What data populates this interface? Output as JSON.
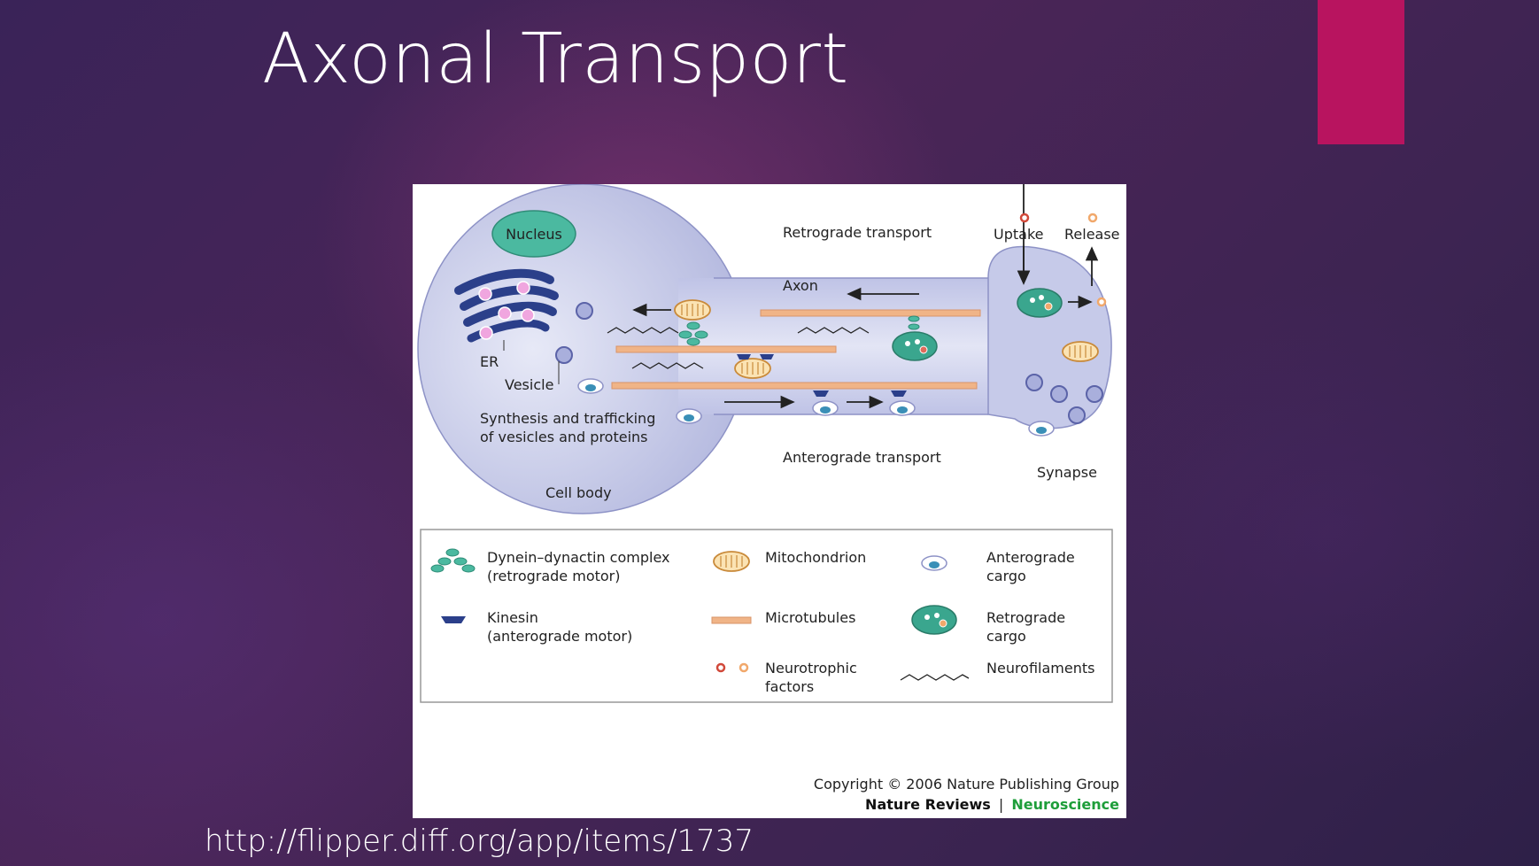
{
  "slide": {
    "title": "Axonal Transport",
    "url": "http://flipper.diff.org/app/items/1737",
    "accent_color": "#b8145f"
  },
  "figure": {
    "labels": {
      "nucleus": "Nucleus",
      "er": "ER",
      "vesicle": "Vesicle",
      "synthesis_line1": "Synthesis and trafficking",
      "synthesis_line2": "of vesicles and proteins",
      "cell_body": "Cell body",
      "axon": "Axon",
      "retrograde_transport": "Retrograde transport",
      "anterograde_transport": "Anterograde transport",
      "uptake": "Uptake",
      "release": "Release",
      "synapse": "Synapse"
    },
    "legend": {
      "dynein_line1": "Dynein–dynactin complex",
      "dynein_line2": "(retrograde motor)",
      "kinesin_line1": "Kinesin",
      "kinesin_line2": "(anterograde motor)",
      "mitochondrion": "Mitochondrion",
      "microtubules": "Microtubules",
      "neurotrophic_line1": "Neurotrophic",
      "neurotrophic_line2": "factors",
      "antero_cargo_line1": "Anterograde",
      "antero_cargo_line2": "cargo",
      "retro_cargo_line1": "Retrograde",
      "retro_cargo_line2": "cargo",
      "neurofilaments": "Neurofilaments"
    },
    "copyright": "Copyright © 2006 Nature Publishing Group",
    "publisher_journal": "Nature Reviews",
    "publisher_separator": "|",
    "publisher_section": "Neuroscience",
    "colors": {
      "cell": "#c4c8e8",
      "microtubule": "#f0b487",
      "nucleus": "#4bb9a0",
      "er": "#2b3f8a",
      "retrograde_cargo": "#3aa68e",
      "journal_green": "#1e9e3a"
    }
  }
}
